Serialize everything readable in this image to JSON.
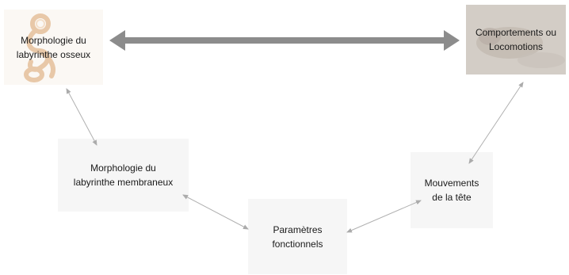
{
  "diagram": {
    "nodes": {
      "bone": {
        "label": "Morphologie du\nlabyrinthe osseux"
      },
      "behavior": {
        "label": "Comportements ou\nLocomotions"
      },
      "membrane": {
        "label": "Morphologie du\nlabyrinthe membraneux"
      },
      "head": {
        "label": "Mouvements\nde la tête"
      },
      "params": {
        "label": "Paramètres\nfonctionnels"
      }
    },
    "edges": [
      {
        "from": "bone",
        "to": "behavior",
        "style": "thick",
        "bidirectional": true
      },
      {
        "from": "bone",
        "to": "membrane",
        "style": "thin",
        "bidirectional": true
      },
      {
        "from": "membrane",
        "to": "params",
        "style": "thin",
        "bidirectional": true
      },
      {
        "from": "params",
        "to": "head",
        "style": "thin",
        "bidirectional": true
      },
      {
        "from": "head",
        "to": "behavior",
        "style": "thin",
        "bidirectional": true
      }
    ],
    "colors": {
      "thick_arrow": "#8c8c8c",
      "thin_arrow": "#b0b0b0",
      "panel_bg": "#f6f6f6",
      "behavior_bg": "#b9afa5",
      "bone_illustration": "#e8c9a8"
    },
    "icons": {
      "bone": "inner-ear-labyrinth-illustration",
      "behavior": "animal-photo-background"
    }
  }
}
